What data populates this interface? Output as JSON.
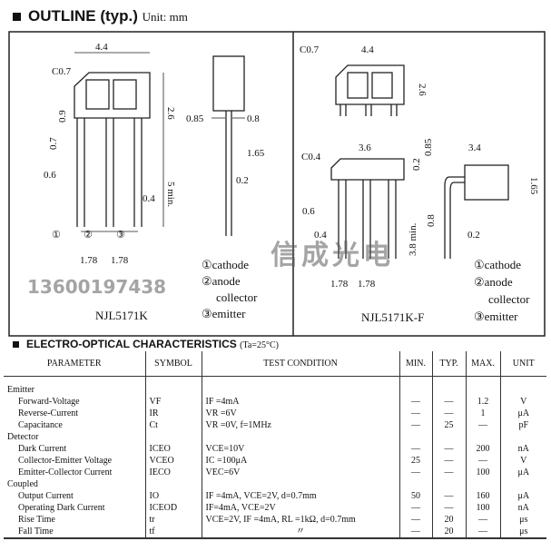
{
  "outline": {
    "title": "OUTLINE (typ.)",
    "unit": "Unit: mm"
  },
  "left_drawing": {
    "part": "NJL5171K",
    "dims": {
      "width": "4.4",
      "chamfer": "C0.7",
      "height": "2.6",
      "d07": "0.7",
      "d09": "0.9",
      "lead": "0.6",
      "lead_len": "5 min.",
      "d04": "0.4",
      "pitch1": "1.78",
      "pitch2": "1.78",
      "s085": "0.85",
      "s08": "0.8",
      "s165": "1.65",
      "s02": "0.2"
    },
    "pins": [
      "①",
      "②",
      "③"
    ]
  },
  "right_drawing": {
    "part": "NJL5171K-F",
    "dims": {
      "chamfer1": "C0.7",
      "width1": "4.4",
      "height1": "2.6",
      "chamfer2": "C0.4",
      "width2": "3.6",
      "w34": "3.4",
      "d085": "0.85",
      "d02a": "0.2",
      "d165": "1.65",
      "d06": "0.6",
      "d04": "0.4",
      "d38": "3.8 min.",
      "d08": "0.8",
      "d02b": "0.2",
      "pitch1": "1.78",
      "pitch2": "1.78"
    }
  },
  "pin_legend": [
    {
      "num": "①",
      "name": "cathode"
    },
    {
      "num": "②",
      "name": "anode"
    },
    {
      "num": "",
      "name": "collector"
    },
    {
      "num": "③",
      "name": "emitter"
    }
  ],
  "watermark": {
    "text": "信成光电",
    "phone": "13600197438"
  },
  "characteristics": {
    "title": "ELECTRO-OPTICAL CHARACTERISTICS",
    "cond": "(Ta=25°C)",
    "headers": [
      "PARAMETER",
      "SYMBOL",
      "TEST CONDITION",
      "MIN.",
      "TYP.",
      "MAX.",
      "UNIT"
    ],
    "rows": [
      {
        "group": "Emitter"
      },
      {
        "p": "Forward-Voltage",
        "s": "VF",
        "t": "IF =4mA",
        "min": "—",
        "typ": "—",
        "max": "1.2",
        "u": "V"
      },
      {
        "p": "Reverse-Current",
        "s": "IR",
        "t": "VR =6V",
        "min": "—",
        "typ": "—",
        "max": "1",
        "u": "μA"
      },
      {
        "p": "Capacitance",
        "s": "Ct",
        "t": "VR =0V, f=1MHz",
        "min": "—",
        "typ": "25",
        "max": "—",
        "u": "pF"
      },
      {
        "group": "Detector"
      },
      {
        "p": "Dark Current",
        "s": "ICEO",
        "t": "VCE=10V",
        "min": "—",
        "typ": "—",
        "max": "200",
        "u": "nA"
      },
      {
        "p": "Collector-Emitter Voltage",
        "s": "VCEO",
        "t": "IC =100μA",
        "min": "25",
        "typ": "—",
        "max": "—",
        "u": "V"
      },
      {
        "p": "Emitter-Collector Current",
        "s": "IECO",
        "t": "VEC=6V",
        "min": "—",
        "typ": "—",
        "max": "100",
        "u": "μA"
      },
      {
        "group": "Coupled"
      },
      {
        "p": "Output Current",
        "s": "IO",
        "t": "IF =4mA, VCE=2V, d=0.7mm",
        "min": "50",
        "typ": "—",
        "max": "160",
        "u": "μA"
      },
      {
        "p": "Operating Dark Current",
        "s": "ICEOD",
        "t": "IF=4mA, VCE=2V",
        "min": "—",
        "typ": "—",
        "max": "100",
        "u": "nA"
      },
      {
        "p": "Rise Time",
        "s": "tr",
        "t": "VCE=2V, IF =4mA, RL =1kΩ, d=0.7mm",
        "min": "—",
        "typ": "20",
        "max": "—",
        "u": "μs"
      },
      {
        "p": "Fall Time",
        "s": "tf",
        "t": "〃",
        "min": "—",
        "typ": "20",
        "max": "—",
        "u": "μs"
      }
    ]
  }
}
